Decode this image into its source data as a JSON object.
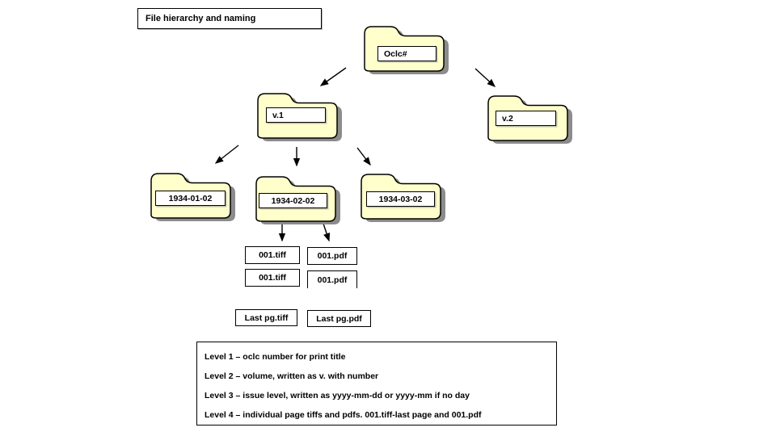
{
  "title": "File hierarchy and naming",
  "colors": {
    "folder_fill": "#FFFFCC",
    "folder_shadow": "#8C8C8C",
    "border": "#000000",
    "background": "#FFFFFF",
    "box_bg": "#FFFFFF"
  },
  "folders": {
    "oclc": {
      "label": "Oclc#"
    },
    "v1": {
      "label": "v.1"
    },
    "v2": {
      "label": "v.2"
    },
    "issue1": {
      "label": "1934-01-02"
    },
    "issue2": {
      "label": "1934-02-02"
    },
    "issue3": {
      "label": "1934-03-02"
    }
  },
  "files": {
    "tiff1": {
      "label": "001.tiff"
    },
    "pdf1": {
      "label": "001.pdf"
    },
    "tiff2": {
      "label": "001.tiff"
    },
    "pdf2": {
      "label": "001.pdf"
    },
    "last_tiff": {
      "label": "Last pg.tiff"
    },
    "last_pdf": {
      "label": "Last pg.pdf"
    }
  },
  "legend": {
    "lines": [
      "Level 1 – oclc number for print title",
      "Level 2 – volume, written as v. with number",
      "Level 3 – issue level, written as yyyy-mm-dd or yyyy-mm if no day",
      "Level 4 – individual page tiffs and pdfs. 001.tiff-last page and 001.pdf"
    ]
  }
}
